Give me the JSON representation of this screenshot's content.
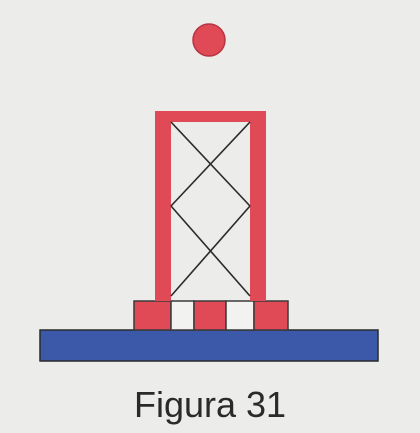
{
  "caption": "Figura 31",
  "colors": {
    "background": "#ececea",
    "red": "#e04a57",
    "blue": "#3c58a8",
    "outline": "#3a3a3a",
    "lattice": "#2a2a2a"
  },
  "icons": {
    "topmark": "red-sphere-topmark",
    "tower": "red-lattice-tower",
    "base": "blue-platform"
  }
}
